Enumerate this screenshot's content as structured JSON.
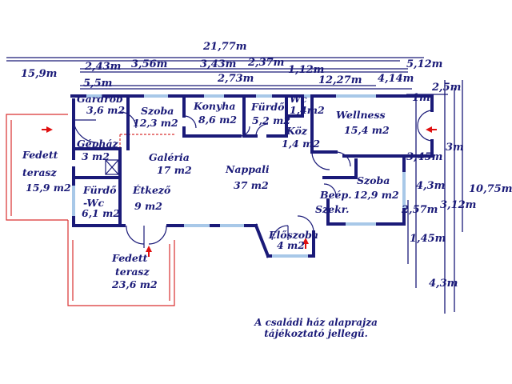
{
  "dimensions": {
    "d_21_77": "21,77m",
    "d_15_9": "15,9m",
    "d_2_43": "2,43m",
    "d_3_56": "3,56m",
    "d_3_43": "3,43m",
    "d_2_37": "2,37m",
    "d_1_12": "1,12m",
    "d_5_12": "5,12m",
    "d_5_5": "5,5m",
    "d_2_73": "2,73m",
    "d_12_27": "12,27m",
    "d_4_14": "4,14m",
    "d_2_5": "2,5m",
    "d_1m": "1m",
    "d_3m": "3m",
    "d_3_45": "3,45m",
    "d_4_3a": "4,3m",
    "d_10_75": "10,75m",
    "d_2_57": "2,57m",
    "d_3_12": "3,12m",
    "d_1_45": "1,45m",
    "d_4_3b": "4,3m"
  },
  "rooms": {
    "gardrob": "Gardrób",
    "gardrob_area": "3,6 m2",
    "szoba1": "Szoba",
    "szoba1_area": "12,3 m2",
    "konyha": "Konyha",
    "konyha_area": "8,6 m2",
    "furdo1": "Fürdő",
    "furdo1_area": "5,2 m2",
    "wc": "Wc",
    "wc_area": "1,4m2",
    "koz": "Köz",
    "koz_area": "1,4 m2",
    "wellness": "Wellness",
    "wellness_area": "15,4 m2",
    "gephaz": "Gépház",
    "gephaz_area": "3 m2",
    "galeria": "Galéria",
    "galeria_area": "17 m2",
    "nappali": "Nappali",
    "nappali_area": "37 m2",
    "szoba2": "Szoba",
    "szoba2_beep": "Beép.",
    "szoba2_area": "12,9 m2",
    "szoba2_szekr": "Szekr.",
    "furdo2": "Fürdő",
    "furdo2_wc": "-Wc",
    "furdo2_area": "6,1 m2",
    "etkezo": "Étkező",
    "etkezo_area": "9 m2",
    "eloszoba": "Előszoba",
    "eloszoba_area": "4 m2",
    "terasz1_a": "Fedett",
    "terasz1_b": "terasz",
    "terasz1_area": "15,9 m2",
    "terasz2_a": "Fedett",
    "terasz2_b": "terasz",
    "terasz2_area": "23,6 m2"
  },
  "note": {
    "line1": "A családi ház alaprajza",
    "line2": "tájékoztató jellegű."
  },
  "colors": {
    "wall": "#1a1a78",
    "window": "#a8c8e8",
    "terrace": "#d93030",
    "arrow": "#e01010"
  }
}
